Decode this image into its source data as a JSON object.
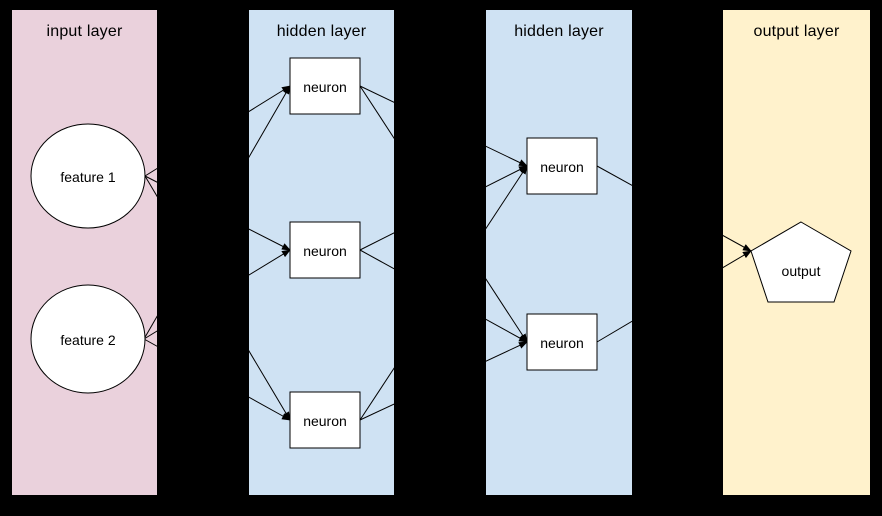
{
  "diagram": {
    "background_color": "#000000",
    "line_color": "#000000",
    "node_fill_color": "#ffffff",
    "layers": [
      {
        "id": "input",
        "title": "input layer",
        "color": "#ead1dc"
      },
      {
        "id": "hidden1",
        "title": "hidden layer",
        "color": "#cfe2f3"
      },
      {
        "id": "hidden2",
        "title": "hidden layer",
        "color": "#cfe2f3"
      },
      {
        "id": "output",
        "title": "output layer",
        "color": "#fff2cc"
      }
    ],
    "nodes": {
      "feature1": {
        "label": "feature 1",
        "shape": "circle",
        "layer": "input"
      },
      "feature2": {
        "label": "feature 2",
        "shape": "circle",
        "layer": "input"
      },
      "h1n1": {
        "label": "neuron",
        "shape": "rect",
        "layer": "hidden1"
      },
      "h1n2": {
        "label": "neuron",
        "shape": "rect",
        "layer": "hidden1"
      },
      "h1n3": {
        "label": "neuron",
        "shape": "rect",
        "layer": "hidden1"
      },
      "h2n1": {
        "label": "neuron",
        "shape": "rect",
        "layer": "hidden2"
      },
      "h2n2": {
        "label": "neuron",
        "shape": "rect",
        "layer": "hidden2"
      },
      "out1": {
        "label": "output",
        "shape": "pentagon",
        "layer": "output"
      }
    },
    "edges": [
      [
        "feature1",
        "h1n1"
      ],
      [
        "feature1",
        "h1n2"
      ],
      [
        "feature1",
        "h1n3"
      ],
      [
        "feature2",
        "h1n1"
      ],
      [
        "feature2",
        "h1n2"
      ],
      [
        "feature2",
        "h1n3"
      ],
      [
        "h1n1",
        "h2n1"
      ],
      [
        "h1n1",
        "h2n2"
      ],
      [
        "h1n2",
        "h2n1"
      ],
      [
        "h1n2",
        "h2n2"
      ],
      [
        "h1n3",
        "h2n1"
      ],
      [
        "h1n3",
        "h2n2"
      ],
      [
        "h2n1",
        "out1"
      ],
      [
        "h2n2",
        "out1"
      ]
    ]
  }
}
